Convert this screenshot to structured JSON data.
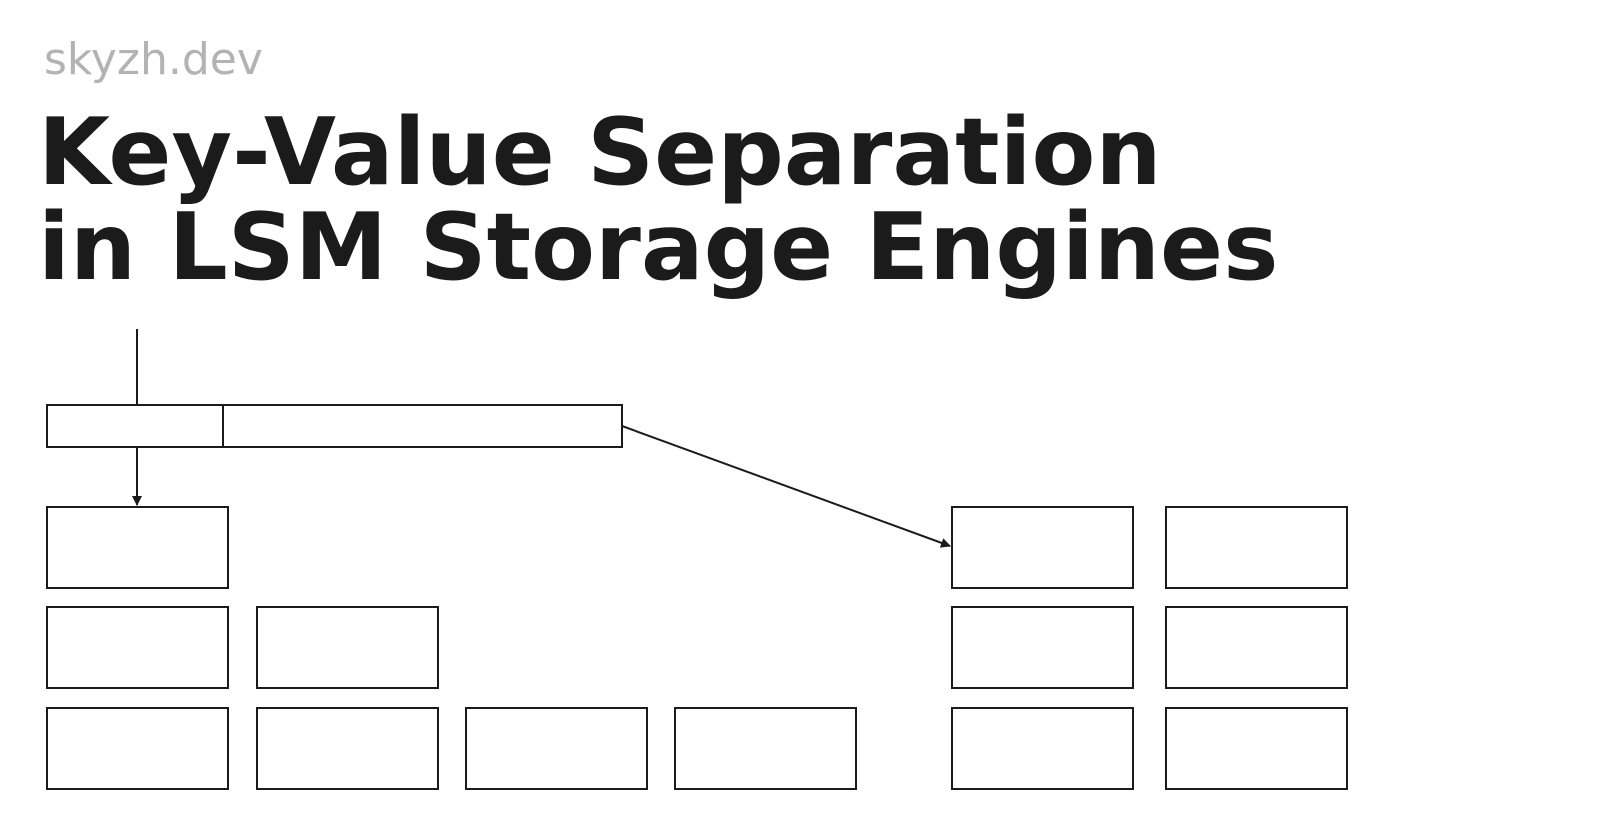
{
  "site": {
    "name": "skyzh.dev"
  },
  "header": {
    "title_line1": "Key-Value Separation",
    "title_line2": "in LSM Storage Engines"
  },
  "colors": {
    "title": "#1b1b1b",
    "site": "#b3b3b3",
    "stroke": "#1b1b1b"
  },
  "diagram": {
    "left_tree_rows": [
      1,
      2,
      4
    ],
    "right_tree_rows": [
      2,
      2,
      2
    ]
  }
}
